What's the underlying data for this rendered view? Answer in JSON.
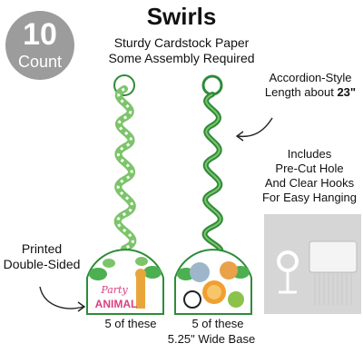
{
  "badge": {
    "number": "10",
    "label": "Count"
  },
  "header": {
    "title": "Swirls",
    "line1": "Sturdy Cardstock Paper",
    "line2": "Some Assembly Required"
  },
  "notes": {
    "accordion_l1": "Accordion-Style",
    "accordion_l2_prefix": "Length about ",
    "accordion_l2_value": "23\"",
    "hooks_l1": "Includes",
    "hooks_l2": "Pre-Cut Hole",
    "hooks_l3": "And Clear Hooks",
    "hooks_l4": "For Easy Hanging",
    "printed_l1": "Printed",
    "printed_l2": "Double-Sided"
  },
  "products": {
    "left_caption": "5 of these",
    "right_caption": "5 of these",
    "base_text": "5.25\" Wide Base",
    "left_card_line1": "Party",
    "left_card_line2": "ANIMAL"
  },
  "colors": {
    "badge": "#9c9c9c",
    "swirl_green": "#2e8b3a",
    "swirl_light": "#7cc46a"
  }
}
